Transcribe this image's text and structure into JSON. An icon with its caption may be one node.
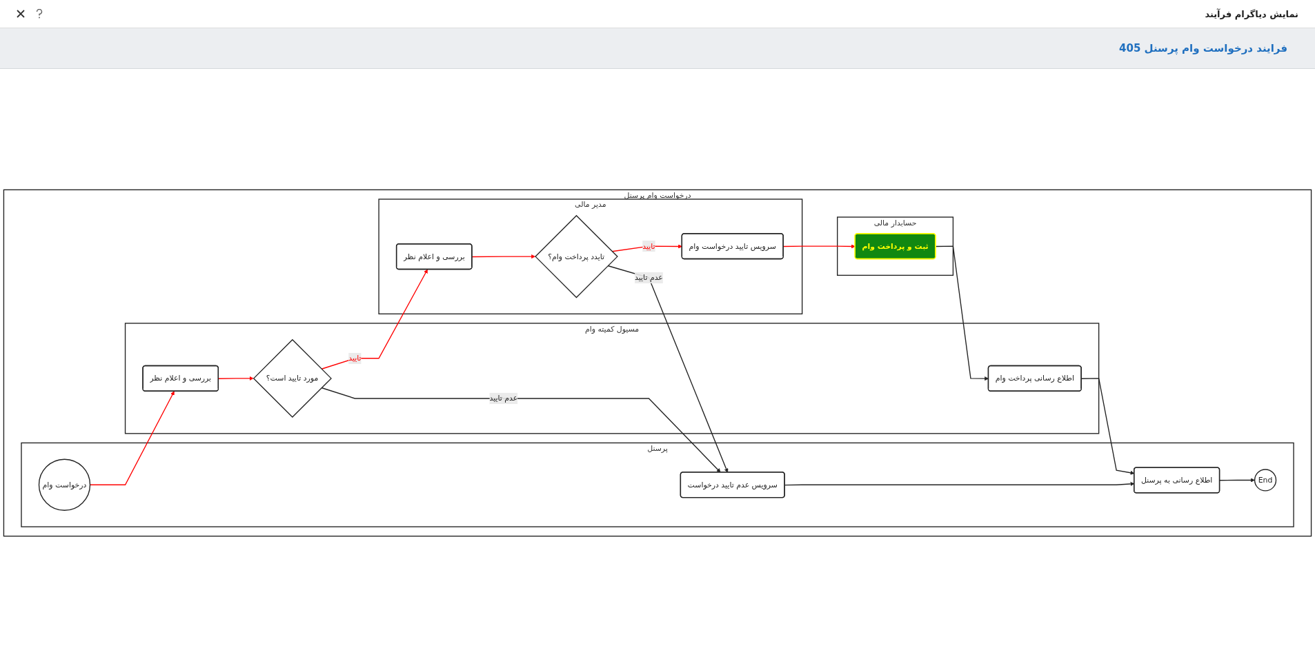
{
  "diagram": {
    "title": "فرایند درخواست وام پرسنل 405",
    "nodes": [
      {
        "text": [
          "درخواست وام پرسنل"
        ]
      },
      {
        "text": [
          "پرسنل"
        ],
        "in": 0
      },
      {
        "text": [
          "مسیول کمیته وام"
        ],
        "in": 0
      },
      {
        "text": [
          "مدیر مالی"
        ],
        "in": 0
      },
      {
        "text": [
          "حسابدار مالی"
        ],
        "in": 0
      },
      {
        "text": [
          "درخواست وام"
        ],
        "in": 1
      },
      {
        "text": [
          "سرویس عدم تایید درخواست"
        ],
        "in": 1
      },
      {
        "text": [
          "اطلاع رسانی به پرسنل"
        ],
        "in": 1
      },
      {
        "text": [
          "End"
        ],
        "in": 1
      },
      {
        "text": [
          "بررسی و اعلام نظر"
        ],
        "in": 2
      },
      {
        "text": [
          "مورد تایید است؟"
        ],
        "in": 2
      },
      {
        "text": [
          "اطلاع رسانی پرداخت وام"
        ],
        "in": 2
      },
      {
        "text": [
          "بررسی و اعلام نظر"
        ],
        "in": 3
      },
      {
        "text": [
          "تایدد پرداخت وام؟"
        ],
        "in": 3
      },
      {
        "text": [
          "سرویس تایید درخواست وام"
        ],
        "in": 3
      },
      {
        "text": [
          "ثبت و پرداخت وام"
        ],
        "in": 4
      }
    ],
    "edges": [
      {
        "from": 5,
        "to": 9,
        "arrow": "to"
      },
      {
        "from": 9,
        "to": 10,
        "arrow": "to"
      },
      {
        "from": 10,
        "to": 6,
        "arrow": "to",
        "label": "عدم تایید",
        "color": "#222222"
      },
      {
        "from": 10,
        "to": 12,
        "arrow": "to",
        "label": "تایید"
      },
      {
        "from": 12,
        "to": 13,
        "arrow": "to"
      },
      {
        "from": 13,
        "to": 6,
        "arrow": "to",
        "label": "عدم تایید",
        "color": "#222222"
      },
      {
        "from": 13,
        "to": 14,
        "arrow": "to",
        "label": "تایید"
      },
      {
        "from": 14,
        "to": 15,
        "arrow": "to"
      },
      {
        "from": 15,
        "to": 11,
        "arrow": "to",
        "color": "#222222"
      },
      {
        "from": 11,
        "to": 7,
        "arrow": "to",
        "color": "#222222"
      },
      {
        "from": 6,
        "to": 7,
        "arrow": "to",
        "color": "#222222"
      },
      {
        "from": 7,
        "to": 8,
        "arrow": "to",
        "color": "#222222"
      }
    ],
    "labels": [
      "نمایش دیاگرام فرآیند"
    ]
  }
}
